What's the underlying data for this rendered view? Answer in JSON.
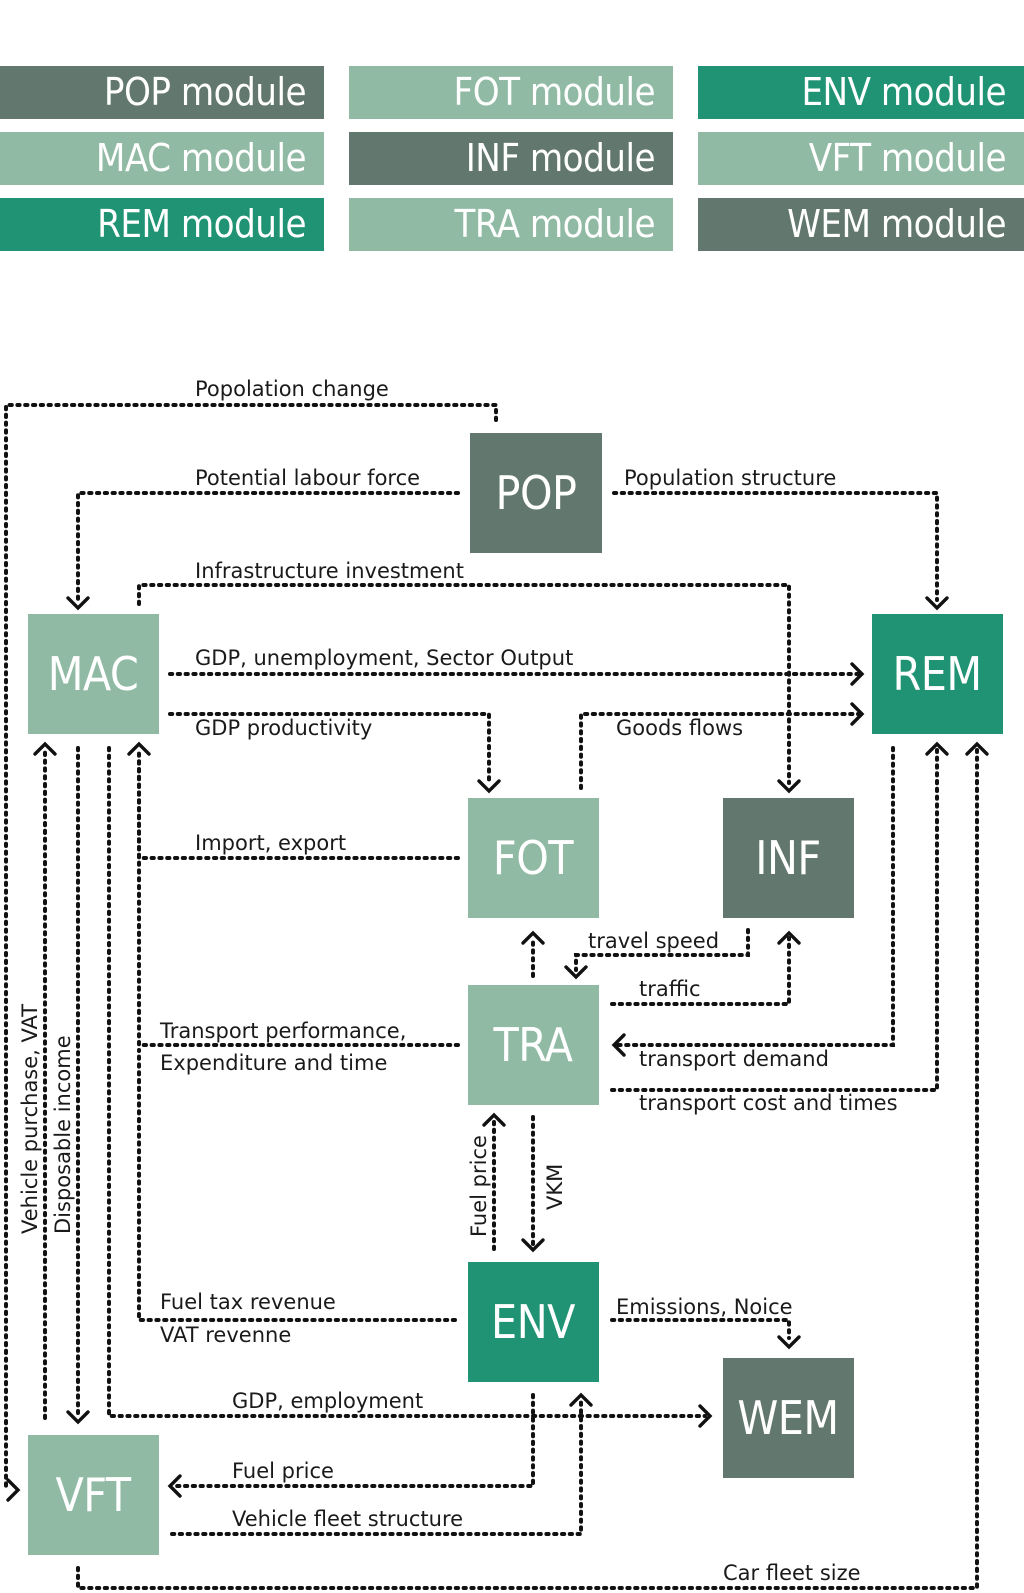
{
  "legend": [
    [
      "POP module",
      "FOT module",
      "ENV module"
    ],
    [
      "MAC module",
      "INF module",
      "VFT module"
    ],
    [
      "REM module",
      "TRA module",
      "WEM module"
    ]
  ],
  "colors": {
    "dark": "#62776d",
    "light": "#90baa4",
    "teal": "#1f9373"
  },
  "modules": {
    "pop": "POP",
    "mac": "MAC",
    "rem": "REM",
    "fot": "FOT",
    "inf": "INF",
    "tra": "TRA",
    "env": "ENV",
    "wem": "WEM",
    "vft": "VFT"
  },
  "flows": {
    "popolation_change": "Popolation change",
    "potential_labour_force": "Potential labour force",
    "population_structure": "Population structure",
    "infrastructure_investment": "Infrastructure investment",
    "gdp_unemployment": "GDP, unemployment, Sector Output",
    "gdp_productivity": "GDP productivity",
    "goods_flows": "Goods flows",
    "import_export": "Import, export",
    "travel_speed": "travel speed",
    "traffic": "traffic",
    "transport_performance_1": "Transport performance,",
    "transport_performance_2": "Expenditure and time",
    "transport_demand": "transport demand",
    "transport_cost": "transport cost and times",
    "fuel_price_vertical": "Fuel price",
    "vkm": "VKM",
    "vehicle_purchase": "Vehicle purchase, VAT",
    "disposable_income": "Disposable income",
    "fuel_tax_revenue": "Fuel tax revenue",
    "vat_revenue": "VAT revenne",
    "emissions_noise": "Emissions, Noice",
    "gdp_employment": "GDP, employment",
    "fuel_price": "Fuel price",
    "vehicle_fleet_structure": "Vehicle fleet structure",
    "car_fleet_size": "Car fleet size"
  }
}
